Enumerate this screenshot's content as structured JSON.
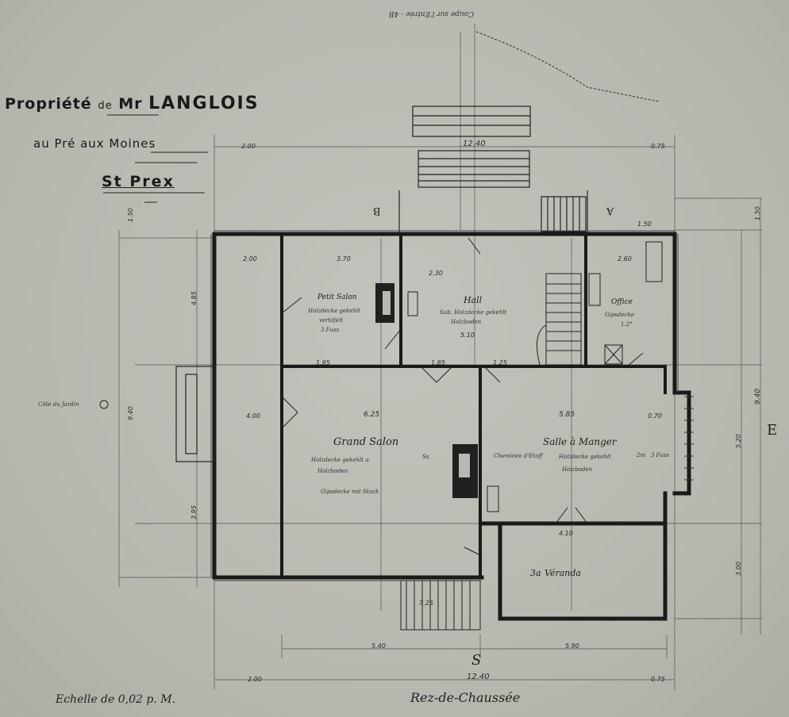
{
  "title": {
    "line1_prefix": "Propriété",
    "line1_de": "de",
    "line1_mr": "Mr",
    "line1_name": "LANGLOIS",
    "line2": "au Pré aux Moines",
    "line3": "St Prex"
  },
  "rooms": {
    "petit_salon": {
      "name": "Petit Salon",
      "note1": "Holzdecke gekehlt",
      "note2": "vertäfelt",
      "note3": "3 Fuss"
    },
    "hall": {
      "name": "Hall",
      "note1": "Sub. Holzdecke gekehlt",
      "note2": "Holzboden",
      "dim": "5.10"
    },
    "office": {
      "name": "Office",
      "note1": "Gipsdecke",
      "note2": "1.2°"
    },
    "grand_salon": {
      "name": "Grand Salon",
      "note1": "Holzdecke gekehlt a.",
      "note2": "Sa",
      "note3": "Holzboden",
      "note4": "Gipsdecke mit Stuck"
    },
    "salle_manger": {
      "name": "Salle à Manger",
      "note1": "Holzdecke gekehlt",
      "note2": "2m",
      "note3": "3 Fuss",
      "note4": "Holzboden",
      "note5": "Cheminée d'Etoff"
    },
    "veranda": {
      "name": "Véranda",
      "prefix": "3a"
    }
  },
  "dimensions": {
    "top_total": "12.40",
    "bottom_total": "12.40",
    "bottom_left": "5.40",
    "bottom_right": "5.90",
    "d_200": "2.00",
    "d_370": "3.70",
    "d_230": "2.30",
    "d_260": "2.60",
    "d_195": "1.95",
    "d_185": "1.85",
    "d_125": "1.25",
    "d_625": "6.25",
    "d_585": "5.85",
    "d_400": "4.00",
    "d_410": "4.10",
    "d_075": "0.75",
    "d_070": "0.70",
    "d_725": "7.25",
    "d_940": "9.40",
    "d_520": "5.20",
    "d_150": "1.50",
    "d_485": "4.85",
    "d_300": "3.00",
    "d_395": "3.95"
  },
  "compass": {
    "south": "S",
    "east": "E",
    "section_a": "A",
    "section_b": "B"
  },
  "notes": {
    "top_stairs": "Coupe sur l'Entrée - 4B",
    "side_left": "Côté du Jardin"
  },
  "footer": {
    "scale": "Echelle de 0,02 p. M.",
    "level": "Rez-de-Chaussée"
  },
  "colors": {
    "paper": "#b9b8b2",
    "ink": "#1c1c1c",
    "wall_fill": "#2a2a2a"
  }
}
